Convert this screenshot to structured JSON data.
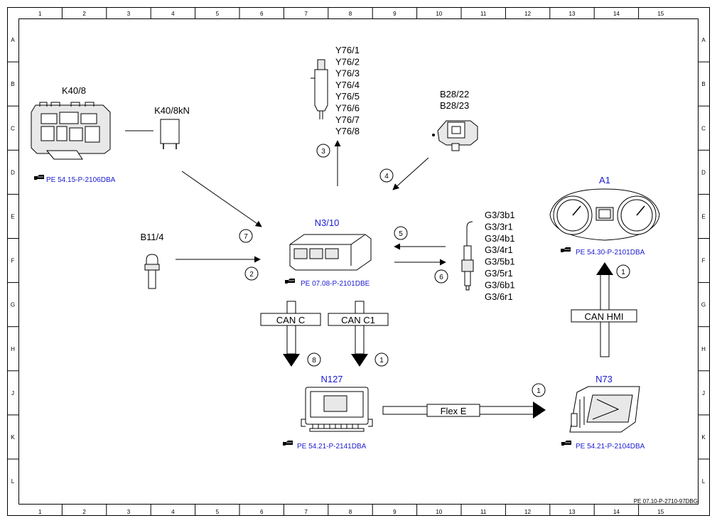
{
  "grid": {
    "columns": [
      "1",
      "2",
      "3",
      "4",
      "5",
      "6",
      "7",
      "8",
      "9",
      "10",
      "11",
      "12",
      "13",
      "14",
      "15"
    ],
    "rows": [
      "A",
      "B",
      "C",
      "D",
      "E",
      "F",
      "G",
      "H",
      "J",
      "K",
      "L"
    ]
  },
  "components": {
    "k40_8": {
      "label": "K40/8",
      "ref": "PE 54.15-P-2106DBA"
    },
    "k40_8kn": {
      "label": "K40/8kN"
    },
    "y76": {
      "labels": [
        "Y76/1",
        "Y76/2",
        "Y76/3",
        "Y76/4",
        "Y76/5",
        "Y76/6",
        "Y76/7",
        "Y76/8"
      ]
    },
    "b28": {
      "labels": [
        "B28/22",
        "B28/23"
      ]
    },
    "a1": {
      "label": "A1",
      "ref": "PE 54.30-P-2101DBA"
    },
    "b11_4": {
      "label": "B11/4"
    },
    "n3_10": {
      "label": "N3/10",
      "ref": "PE 07.08-P-2101DBE"
    },
    "g3": {
      "labels": [
        "G3/3b1",
        "G3/3r1",
        "G3/4b1",
        "G3/4r1",
        "G3/5b1",
        "G3/5r1",
        "G3/6b1",
        "G3/6r1"
      ]
    },
    "n127": {
      "label": "N127",
      "ref": "PE 54.21-P-2141DBA"
    },
    "n73": {
      "label": "N73",
      "ref": "PE 54.21-P-2104DBA"
    }
  },
  "signals": {
    "s1": "1",
    "s2": "2",
    "s3": "3",
    "s4": "4",
    "s5": "5",
    "s6": "6",
    "s7": "7",
    "s8": "8"
  },
  "buses": {
    "can_c": "CAN C",
    "can_c1": "CAN C1",
    "can_hmi": "CAN HMI",
    "flex_e": "Flex E"
  },
  "footer": {
    "doc_ref": "PE 07.10-P-2710-97DBG"
  },
  "colors": {
    "line": "#000000",
    "link_blue": "#1a1ad0"
  },
  "icons": {
    "reference": "pointing-hand-icon"
  }
}
